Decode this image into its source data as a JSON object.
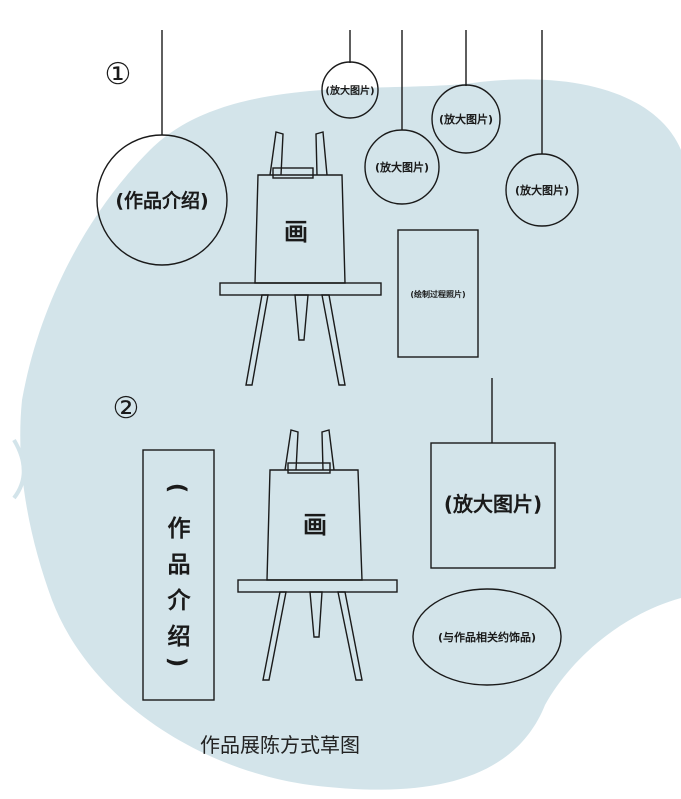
{
  "colors": {
    "blob": "#d3e4ea",
    "stroke": "#1a1a1a",
    "caption": "#222222",
    "page": "#ffffff"
  },
  "section1": {
    "marker": "①",
    "intro_label": "(作品介绍)",
    "painting_label": "画",
    "enlarged_label": "(放大图片)",
    "process_label": "(绘制过程照片)"
  },
  "section2": {
    "marker": "②",
    "intro_vertical": [
      "(",
      "作",
      "品",
      "介",
      "绍",
      ")"
    ],
    "painting_label": "画",
    "enlarged_label": "(放大图片)",
    "ornament_label": "(与作品相关约饰品)"
  },
  "caption": "作品展陈方式草图"
}
